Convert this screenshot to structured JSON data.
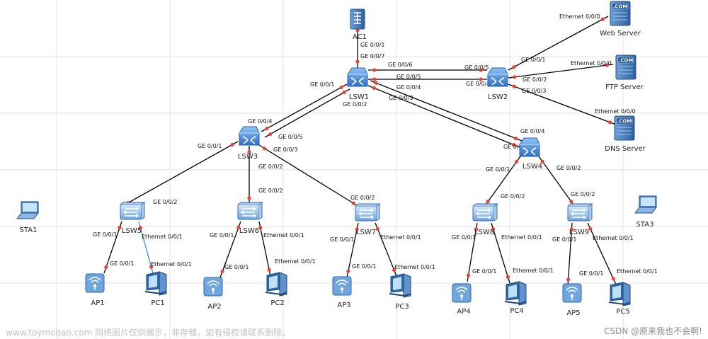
{
  "devices": [
    {
      "id": "ac1",
      "label": "AC1",
      "kind": "ac"
    },
    {
      "id": "lsw1",
      "label": "LSW1",
      "kind": "core"
    },
    {
      "id": "lsw2",
      "label": "LSW2",
      "kind": "core"
    },
    {
      "id": "lsw3",
      "label": "LSW3",
      "kind": "core"
    },
    {
      "id": "lsw4",
      "label": "LSW4",
      "kind": "core"
    },
    {
      "id": "lsw5",
      "label": "LSW5",
      "kind": "switch"
    },
    {
      "id": "lsw6",
      "label": "LSW6",
      "kind": "switch"
    },
    {
      "id": "lsw7",
      "label": "LSW7",
      "kind": "switch"
    },
    {
      "id": "lsw8",
      "label": "LSW8",
      "kind": "switch"
    },
    {
      "id": "lsw9",
      "label": "LSW9",
      "kind": "switch"
    },
    {
      "id": "web",
      "label": "Web Server",
      "kind": "server"
    },
    {
      "id": "ftp",
      "label": "FTP Server",
      "kind": "server"
    },
    {
      "id": "dns",
      "label": "DNS Server",
      "kind": "server"
    },
    {
      "id": "ap1",
      "label": "AP1",
      "kind": "ap"
    },
    {
      "id": "ap2",
      "label": "AP2",
      "kind": "ap"
    },
    {
      "id": "ap3",
      "label": "AP3",
      "kind": "ap"
    },
    {
      "id": "ap4",
      "label": "AP4",
      "kind": "ap"
    },
    {
      "id": "ap5",
      "label": "AP5",
      "kind": "ap"
    },
    {
      "id": "pc1",
      "label": "PC1",
      "kind": "pc"
    },
    {
      "id": "pc2",
      "label": "PC2",
      "kind": "pc"
    },
    {
      "id": "pc3",
      "label": "PC3",
      "kind": "pc"
    },
    {
      "id": "pc4",
      "label": "PC4",
      "kind": "pc"
    },
    {
      "id": "pc5",
      "label": "PC5",
      "kind": "pc"
    },
    {
      "id": "sta1",
      "label": "STA1",
      "kind": "laptop"
    },
    {
      "id": "sta3",
      "label": "STA3",
      "kind": "laptop"
    }
  ],
  "links": [
    {
      "from": "ac1",
      "to": "lsw1",
      "from_port": "GE 0/0/1",
      "to_port": "GE 0/0/7",
      "color": "#000000"
    },
    {
      "from": "lsw1",
      "to": "lsw2",
      "from_port": "GE 0/0/6",
      "to_port": "GE 0/0/5",
      "color": "#000000"
    },
    {
      "from": "lsw1",
      "to": "lsw2",
      "from_port": "GE 0/0/5",
      "to_port": "GE 0/0/4",
      "color": "#000000"
    },
    {
      "from": "lsw1",
      "to": "lsw3",
      "from_port": "GE 0/0/1",
      "to_port": "GE 0/0/4",
      "color": "#000000"
    },
    {
      "from": "lsw1",
      "to": "lsw3",
      "from_port": "GE 0/0/2",
      "to_port": "GE 0/0/5",
      "color": "#000000"
    },
    {
      "from": "lsw1",
      "to": "lsw4",
      "from_port": "GE 0/0/4",
      "to_port": "GE 0/0/4",
      "color": "#000000"
    },
    {
      "from": "lsw1",
      "to": "lsw4",
      "from_port": "GE 0/0/3",
      "to_port": "GE 0/0/3",
      "color": "#000000"
    },
    {
      "from": "lsw2",
      "to": "web",
      "from_port": "GE 0/0/1",
      "to_port": "Ethernet 0/0/0",
      "color": "#000000"
    },
    {
      "from": "lsw2",
      "to": "ftp",
      "from_port": "GE 0/0/2",
      "to_port": "Ethernet 0/0/0",
      "color": "#000000"
    },
    {
      "from": "lsw2",
      "to": "dns",
      "from_port": "GE 0/0/3",
      "to_port": "Ethernet 0/0/0",
      "color": "#000000"
    },
    {
      "from": "lsw3",
      "to": "lsw5",
      "from_port": "GE 0/0/1",
      "to_port": "GE 0/0/2",
      "color": "#000000"
    },
    {
      "from": "lsw3",
      "to": "lsw6",
      "from_port": "GE 0/0/2",
      "to_port": "GE 0/0/2",
      "color": "#000000"
    },
    {
      "from": "lsw3",
      "to": "lsw7",
      "from_port": "GE 0/0/3",
      "to_port": "GE 0/0/2",
      "color": "#000000"
    },
    {
      "from": "lsw4",
      "to": "lsw8",
      "from_port": "GE 0/0/1",
      "to_port": "GE 0/0/2",
      "color": "#000000"
    },
    {
      "from": "lsw4",
      "to": "lsw9",
      "from_port": "GE 0/0/2",
      "to_port": "GE 0/0/2",
      "color": "#000000"
    },
    {
      "from": "lsw5",
      "to": "ap1",
      "from_port": "GE 0/0/1",
      "to_port": "GE 0/0/1",
      "color": "#000000"
    },
    {
      "from": "lsw5",
      "to": "pc1",
      "from_port": "Ethernet 0/0/1",
      "to_port": "Ethernet 0/0/1",
      "color": "#3f8fd8"
    },
    {
      "from": "lsw6",
      "to": "ap2",
      "from_port": "GE 0/0/1",
      "to_port": "GE 0/0/1",
      "color": "#000000"
    },
    {
      "from": "lsw6",
      "to": "pc2",
      "from_port": "Ethernet 0/0/1",
      "to_port": "Ethernet 0/0/1",
      "color": "#000000"
    },
    {
      "from": "lsw7",
      "to": "ap3",
      "from_port": "GE 0/0/1",
      "to_port": "GE 0/0/1",
      "color": "#000000"
    },
    {
      "from": "lsw7",
      "to": "pc3",
      "from_port": "Ethernet 0/0/1",
      "to_port": "Ethernet 0/0/1",
      "color": "#000000"
    },
    {
      "from": "lsw8",
      "to": "ap4",
      "from_port": "GE 0/0/1",
      "to_port": "GE 0/0/1",
      "color": "#000000"
    },
    {
      "from": "lsw8",
      "to": "pc4",
      "from_port": "Ethernet 0/0/1",
      "to_port": "Ethernet 0/0/1",
      "color": "#000000"
    },
    {
      "from": "lsw9",
      "to": "ap5",
      "from_port": "GE 0/0/1",
      "to_port": "GE 0/0/1",
      "color": "#000000"
    },
    {
      "from": "lsw9",
      "to": "pc5",
      "from_port": "Ethernet 0/0/1",
      "to_port": "Ethernet 0/0/1",
      "color": "#000000"
    }
  ],
  "colors": {
    "port_dot": "#e5453a",
    "grid": "#e3e3e3",
    "switch_blue": "#3a7fd0"
  },
  "watermark": "www.toymoban.com 网络图片仅供展示，非存储，如有侵权请联系删除。",
  "credit": "CSDN @原来我也不会啊!"
}
